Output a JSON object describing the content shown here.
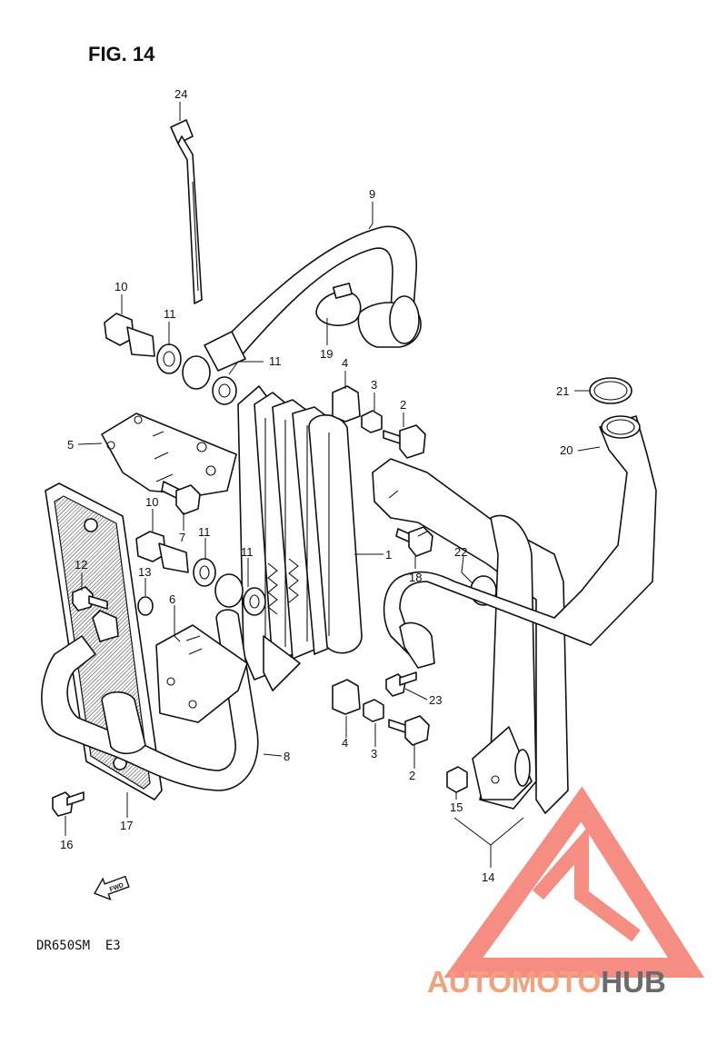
{
  "figure": {
    "title": "FIG. 14",
    "model": "DR650SM  E3",
    "fwd_label": "FWD"
  },
  "callouts": [
    {
      "id": "c24",
      "label": "24"
    },
    {
      "id": "c9",
      "label": "9"
    },
    {
      "id": "c10a",
      "label": "10"
    },
    {
      "id": "c11a",
      "label": "11"
    },
    {
      "id": "c11b",
      "label": "11"
    },
    {
      "id": "c19",
      "label": "19"
    },
    {
      "id": "c4a",
      "label": "4"
    },
    {
      "id": "c3a",
      "label": "3"
    },
    {
      "id": "c2a",
      "label": "2"
    },
    {
      "id": "c21",
      "label": "21"
    },
    {
      "id": "c20",
      "label": "20"
    },
    {
      "id": "c5",
      "label": "5"
    },
    {
      "id": "c10b",
      "label": "10"
    },
    {
      "id": "c7",
      "label": "7"
    },
    {
      "id": "c11c",
      "label": "11"
    },
    {
      "id": "c11d",
      "label": "11"
    },
    {
      "id": "c1",
      "label": "1"
    },
    {
      "id": "c18",
      "label": "18"
    },
    {
      "id": "c22",
      "label": "22"
    },
    {
      "id": "c12",
      "label": "12"
    },
    {
      "id": "c13",
      "label": "13"
    },
    {
      "id": "c6",
      "label": "6"
    },
    {
      "id": "c23",
      "label": "23"
    },
    {
      "id": "c4b",
      "label": "4"
    },
    {
      "id": "c3b",
      "label": "3"
    },
    {
      "id": "c2b",
      "label": "2"
    },
    {
      "id": "c8",
      "label": "8"
    },
    {
      "id": "c15",
      "label": "15"
    },
    {
      "id": "c17",
      "label": "17"
    },
    {
      "id": "c16",
      "label": "16"
    },
    {
      "id": "c14",
      "label": "14"
    }
  ],
  "watermark": {
    "part_a": "AUTOMOTO",
    "part_b": "HUB",
    "color_a": "#f4a07a",
    "color_b": "#6b6b6b",
    "logo_color": "#f47a6e"
  }
}
